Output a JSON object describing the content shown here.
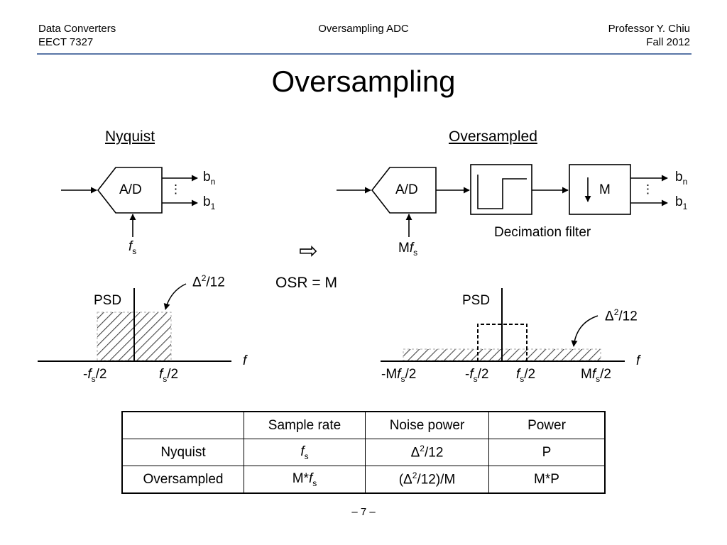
{
  "header": {
    "left_line1": "Data Converters",
    "left_line2": "EECT 7327",
    "center": "Oversampling ADC",
    "right_line1": "Professor Y. Chiu",
    "right_line2": "Fall 2012"
  },
  "title": "Oversampling",
  "nyquist": {
    "heading": "Nyquist",
    "adc_label": "A/D",
    "dots": "⋮",
    "out_top": "b",
    "out_top_sub": "n",
    "out_bottom": "b",
    "out_bottom_sub": "1",
    "clock": "f",
    "clock_sub": "s",
    "psd_label": "PSD",
    "noise_level": "Δ",
    "noise_level_sup": "2",
    "noise_level_rest": "/12",
    "axis_label": "f",
    "tick_left_prefix": "-",
    "tick_left_f": "f",
    "tick_left_sub": "s",
    "tick_left_rest": "/2",
    "tick_right_f": "f",
    "tick_right_sub": "s",
    "tick_right_rest": "/2"
  },
  "middle": {
    "arrow_glyph": "⇨",
    "osr": "OSR = M"
  },
  "oversampled": {
    "heading": "Oversampled",
    "adc_label": "A/D",
    "decimator_label": "M",
    "dots": "⋮",
    "out_top": "b",
    "out_top_sub": "n",
    "out_bottom": "b",
    "out_bottom_sub": "1",
    "clock_prefix": "M",
    "clock": "f",
    "clock_sub": "s",
    "filter_caption": "Decimation filter",
    "psd_label": "PSD",
    "noise_level": "Δ",
    "noise_level_sup": "2",
    "noise_level_rest": "/12",
    "axis_label": "f",
    "tick1_prefix": "-M",
    "tick1_f": "f",
    "tick1_sub": "s",
    "tick1_rest": "/2",
    "tick2_prefix": "-",
    "tick2_f": "f",
    "tick2_sub": "s",
    "tick2_rest": "/2",
    "tick3_f": "f",
    "tick3_sub": "s",
    "tick3_rest": "/2",
    "tick4_prefix": "M",
    "tick4_f": "f",
    "tick4_sub": "s",
    "tick4_rest": "/2"
  },
  "table": {
    "headers": [
      "",
      "Sample rate",
      "Noise power",
      "Power"
    ],
    "row1": {
      "label": "Nyquist",
      "rate_f": "f",
      "rate_sub": "s",
      "noise_a": "Δ",
      "noise_sup": "2",
      "noise_b": "/12",
      "power": "P"
    },
    "row2": {
      "label": "Oversampled",
      "rate_prefix": "M*",
      "rate_f": "f",
      "rate_sub": "s",
      "noise_a": "(Δ",
      "noise_sup": "2",
      "noise_b": "/12)/M",
      "power": "M*P"
    }
  },
  "page_number": "– 7 –"
}
